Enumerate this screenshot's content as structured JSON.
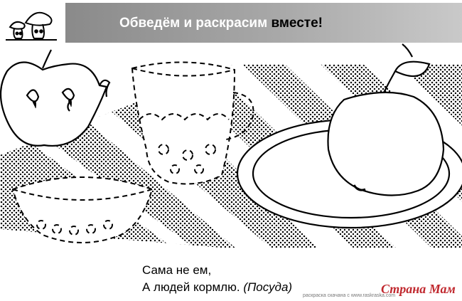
{
  "header": {
    "title_main": "Обведём и раскрасим",
    "title_highlight": "вместе!"
  },
  "riddle": {
    "line1": "Сама не ем,",
    "line2": "А людей кормлю.",
    "answer": "(Посуда)"
  },
  "watermark": {
    "text": "Страна Мам",
    "credit": "раскраска скачана с www.raskraska.com"
  },
  "colors": {
    "banner": "#a0a0a0",
    "ink": "#000000",
    "watermark": "#c0282e"
  },
  "icons": [
    "mushroom-mascot-icon",
    "apple-icon",
    "cup-icon",
    "plate-icon",
    "bowl-icon"
  ]
}
